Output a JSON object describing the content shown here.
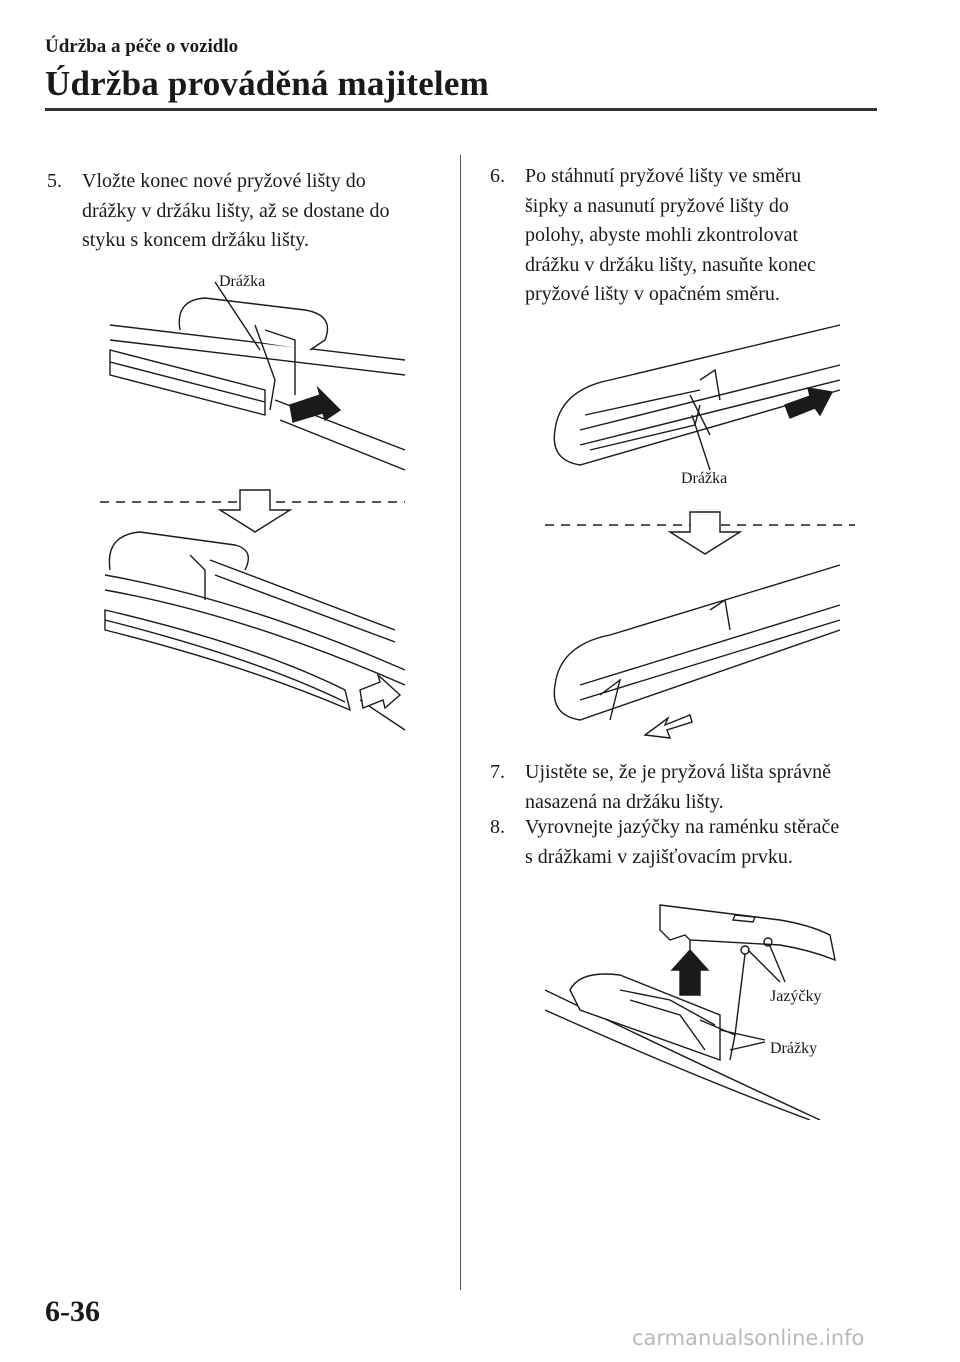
{
  "header": {
    "section": "Údržba a péče o vozidlo",
    "title": "Údržba prováděná majitelem"
  },
  "steps": [
    {
      "number": "5.",
      "lines": [
        "Vložte konec nové pryžové lišty do",
        "drážky v držáku lišty, až se dostane do",
        "styku s koncem držáku lišty."
      ]
    },
    {
      "number": "6.",
      "lines": [
        "Po stáhnutí pryžové lišty ve směru",
        "šipky a nasunutí pryžové lišty do",
        "polohy, abyste mohli zkontrolovat",
        "drážku v držáku lišty, nasuňte konec",
        "pryžové lišty v opačném směru."
      ]
    },
    {
      "number": "7.",
      "lines": [
        "Ujistěte se, že je pryžová lišta správně",
        "nasazená na držáku lišty."
      ]
    },
    {
      "number": "8.",
      "lines": [
        "Vyrovnejte jazýčky na raménku stěrače",
        "s drážkami v zajišťovacím prvku."
      ]
    }
  ],
  "figures": {
    "fig5_label": "Drážka",
    "fig6_label": "Drážka",
    "fig8_label_tabs": "Jazýčky",
    "fig8_label_grooves": "Drážky"
  },
  "footer": {
    "page_number": "6-36",
    "watermark": "carmanualsonline.info"
  },
  "colors": {
    "ink": "#1a1a1a",
    "watermark": "#b9b9b9"
  }
}
